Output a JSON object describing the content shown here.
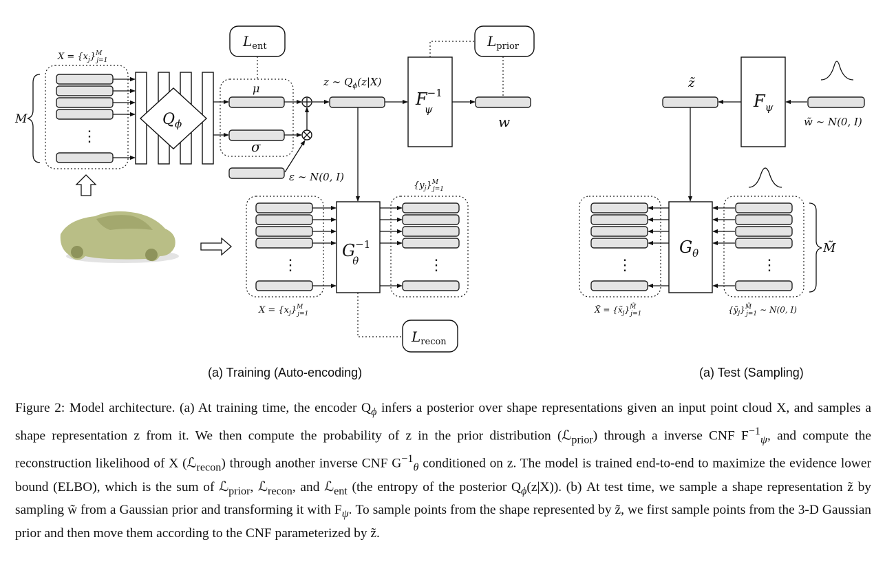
{
  "labels": {
    "set_X_top": "X = {x",
    "set_X_top_sub": "j",
    "set_X_top_sup": "}",
    "M": "M",
    "Q_phi": "Q",
    "phi": "ϕ",
    "L_ent": "L",
    "ent": "ent",
    "mu": "μ",
    "sigma": "σ",
    "epsilon": "ε ∼ N(0, I)",
    "z_post": "z ∼ Q",
    "z_post_tail": "(z|X)",
    "F_inv": "F",
    "psi": "ψ",
    "minus_one": "−1",
    "L_prior": "L",
    "prior": "prior",
    "w": "w",
    "y_set": "{y",
    "G_inv": "G",
    "theta": "θ",
    "X_set_bottom": "X = {x",
    "L_recon": "L",
    "recon": "recon",
    "z_tilde": "z̃",
    "F_psi": "F",
    "w_tilde": "w̃ ∼ N(0, I)",
    "G_theta": "G",
    "M_tilde": "M̃",
    "X_tilde_set": "X̃ = {x̃",
    "y_tilde_set": "{ỹ",
    "y_tilde_tail": "∼ N(0, I)",
    "dots": "⋮",
    "training_caption": "(a) Training (Auto-encoding)",
    "test_caption": "(a) Test (Sampling)"
  },
  "caption": {
    "l1": "Figure 2: Model architecture. (a) At training time, the encoder Q",
    "l1b": " infers a posterior over shape representations given an",
    "l2": "input point cloud X, and samples a shape representation z from it. We then compute the probability of z in the prior",
    "l3": "distribution (ℒ",
    "l3b": ") through a inverse CNF F",
    "l3c": ", and compute the reconstruction likelihood of X (ℒ",
    "l3d": ") through another",
    "l4": "inverse CNF G",
    "l4b": " conditioned on z. The model is trained end-to-end to maximize the evidence lower bound (ELBO), which",
    "l5": "is the sum of ℒ",
    "l5b": ", ℒ",
    "l5c": ", and ℒ",
    "l5d": " (the entropy of the posterior Q",
    "l5e": "(z|X)). (b) At test time, we sample a shape representation",
    "l6": "z̃ by sampling w̃ from a Gaussian prior and transforming it with F",
    "l6b": ". To sample points from the shape represented by z̃, we",
    "l7": "first sample points from the 3-D Gaussian prior and then move them according to the CNF parameterized by z̃."
  },
  "colors": {
    "bar_fill": "#e4e4e4",
    "car": "#b9be86"
  }
}
